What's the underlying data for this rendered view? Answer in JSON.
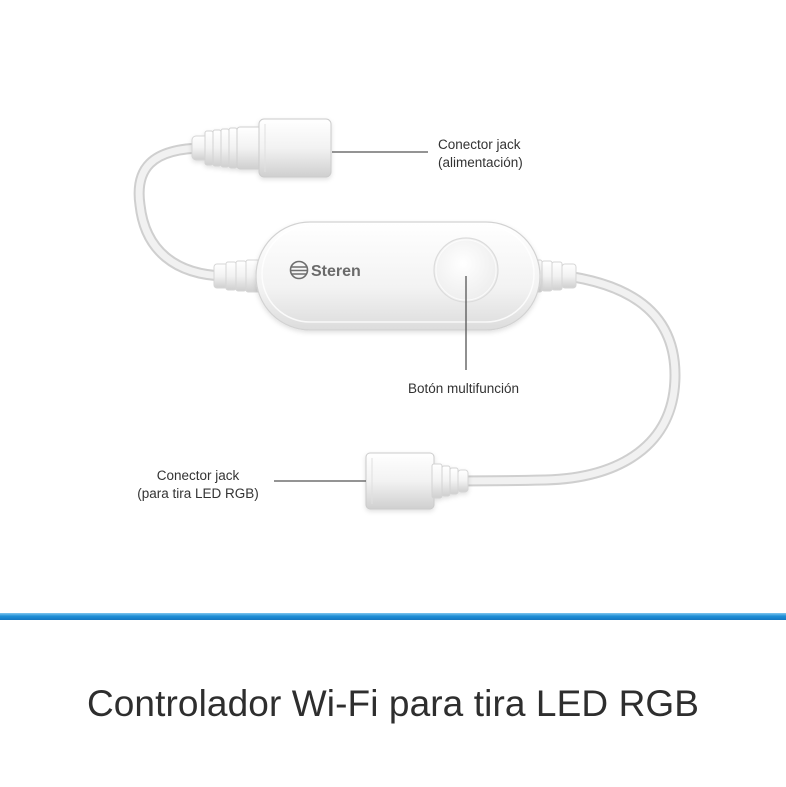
{
  "product": {
    "title": "Controlador Wi-Fi para tira LED RGB",
    "brand": "Steren"
  },
  "callouts": {
    "power_connector": {
      "line1": "Conector jack",
      "line2": "(alimentación)"
    },
    "multifunction_button": {
      "label": "Botón multifunción"
    },
    "rgb_connector": {
      "line1": "Conector jack",
      "line2": "(para tira LED RGB)"
    }
  },
  "colors": {
    "accent_stripe": "#1f8fd6",
    "title_text": "#2e2e2e",
    "leader_line": "#555555",
    "device_body": "#f4f4f4"
  }
}
